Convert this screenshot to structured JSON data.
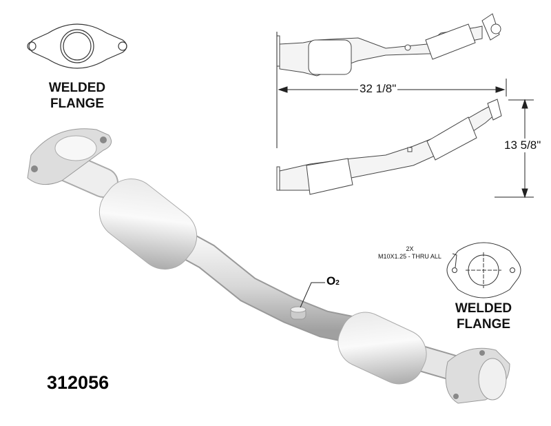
{
  "flange_top_left": {
    "line1": "WELDED",
    "line2": "FLANGE"
  },
  "flange_right": {
    "line1": "WELDED",
    "line2": "FLANGE",
    "thread_count": "2X",
    "thread_spec": "M10X1.25 - THRU ALL"
  },
  "dimensions": {
    "length": "32 1/8\"",
    "height": "13 5/8\""
  },
  "sensor_label": {
    "base": "O",
    "sub": "2"
  },
  "part_number": "312056",
  "colors": {
    "metal_light": "#f2f2f2",
    "metal_dark": "#a8a8a8",
    "line": "#333333"
  }
}
